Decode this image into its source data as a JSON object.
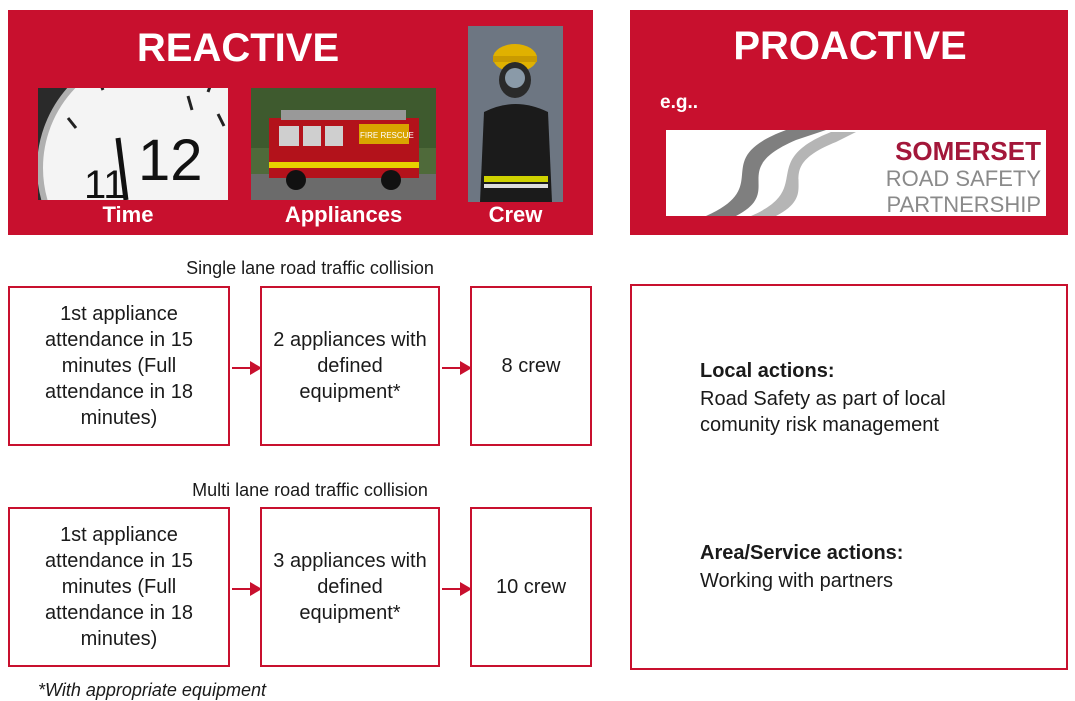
{
  "reactive": {
    "title": "REACTIVE",
    "captions": [
      "Time",
      "Appliances",
      "Crew"
    ],
    "images": [
      "clock-face-image",
      "fire-engine-image",
      "firefighter-image"
    ],
    "clock_number": "12",
    "clock_numbers_small": [
      "11"
    ],
    "engine_sign": "FIRE RESCUE"
  },
  "proactive": {
    "title": "PROACTIVE",
    "eg": "e.g..",
    "logo": {
      "line1": "SOMERSET",
      "line2": "ROAD SAFETY",
      "line3": "PARTNERSHIP"
    }
  },
  "single_lane": {
    "title": "Single lane road traffic collision",
    "boxes": [
      "1st appliance attendance in 15 minutes (Full attendance in 18 minutes)",
      "2 appliances with defined equipment*",
      "8 crew"
    ]
  },
  "multi_lane": {
    "title": "Multi lane road traffic collision",
    "boxes": [
      "1st appliance attendance in 15 minutes (Full attendance in 18 minutes)",
      "3 appliances with defined equipment*",
      "10 crew"
    ]
  },
  "local_actions": {
    "heading": "Local actions:",
    "text": "Road Safety as part of local comunity risk management"
  },
  "area_actions": {
    "heading": "Area/Service actions:",
    "text": "Working with partners"
  },
  "footnote": "*With appropriate equipment",
  "colors": {
    "accent": "#c8102e",
    "logo_red": "#a3173a",
    "logo_grey": "#8a8a8a"
  }
}
